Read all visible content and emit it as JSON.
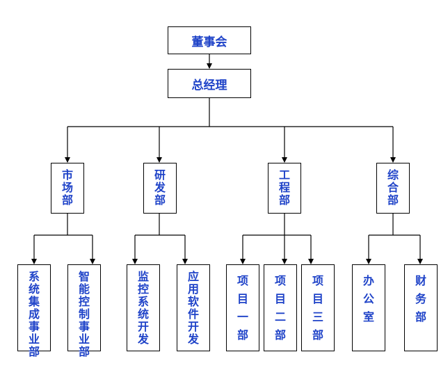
{
  "root": {
    "name": "董事会"
  },
  "gm": {
    "name": "总经理"
  },
  "departments": [
    {
      "name": "市场部",
      "subunits": [
        "系统集成事业部",
        "智能控制事业部"
      ]
    },
    {
      "name": "研发部",
      "subunits": [
        "监控系统开发",
        "应用软件开发"
      ]
    },
    {
      "name": "工程部",
      "subunits": [
        "项目一部",
        "项目二部",
        "项目三部"
      ]
    },
    {
      "name": "综合部",
      "subunits": [
        "办公室",
        "财务部"
      ]
    }
  ],
  "colors": {
    "text": "#1f43c8",
    "line": "#000000",
    "border": "#000000",
    "background": "#ffffff"
  }
}
